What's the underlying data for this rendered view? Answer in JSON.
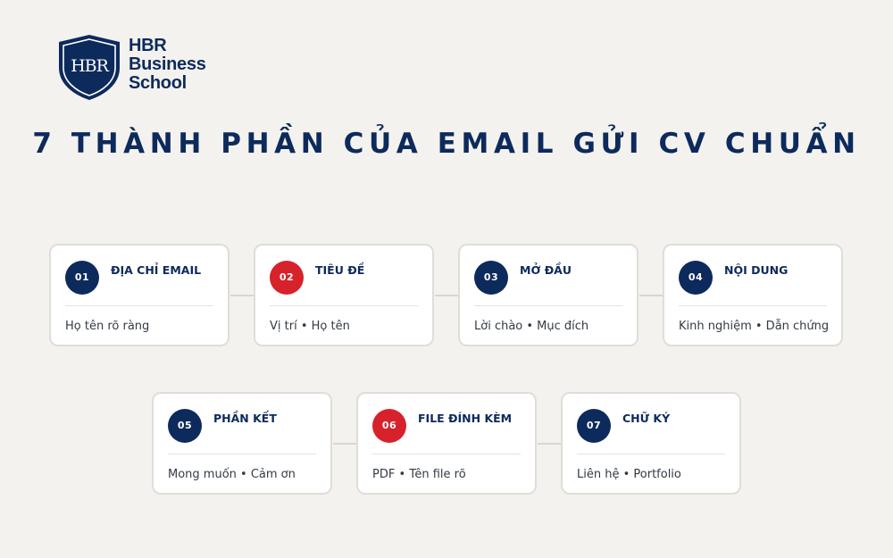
{
  "logo": {
    "monogram": "HBR",
    "line1": "HBR",
    "line2": "Business",
    "line3": "School",
    "color": "#0d2a5c"
  },
  "title": "7 THÀNH PHẦN CỦA EMAIL GỬI CV CHUẨN",
  "colors": {
    "navy": "#0d2a5c",
    "red": "#d7222b",
    "background": "#f4f2ee"
  },
  "steps": [
    {
      "number": "01",
      "title": "ĐỊA CHỈ EMAIL",
      "desc": "Họ tên rõ ràng",
      "accent": "navy"
    },
    {
      "number": "02",
      "title": "TIÊU ĐỀ",
      "desc": "Vị trí • Họ tên",
      "accent": "red"
    },
    {
      "number": "03",
      "title": "MỞ ĐẦU",
      "desc": "Lời chào • Mục đích",
      "accent": "navy"
    },
    {
      "number": "04",
      "title": "NỘI DUNG",
      "desc": "Kinh nghiệm • Dẫn chứng",
      "accent": "navy"
    },
    {
      "number": "05",
      "title": "PHẦN KẾT",
      "desc": "Mong muốn • Cảm ơn",
      "accent": "navy"
    },
    {
      "number": "06",
      "title": "FILE ĐÍNH KÈM",
      "desc": "PDF • Tên file rõ",
      "accent": "red"
    },
    {
      "number": "07",
      "title": "CHỮ KÝ",
      "desc": "Liên hệ • Portfolio",
      "accent": "navy"
    }
  ]
}
